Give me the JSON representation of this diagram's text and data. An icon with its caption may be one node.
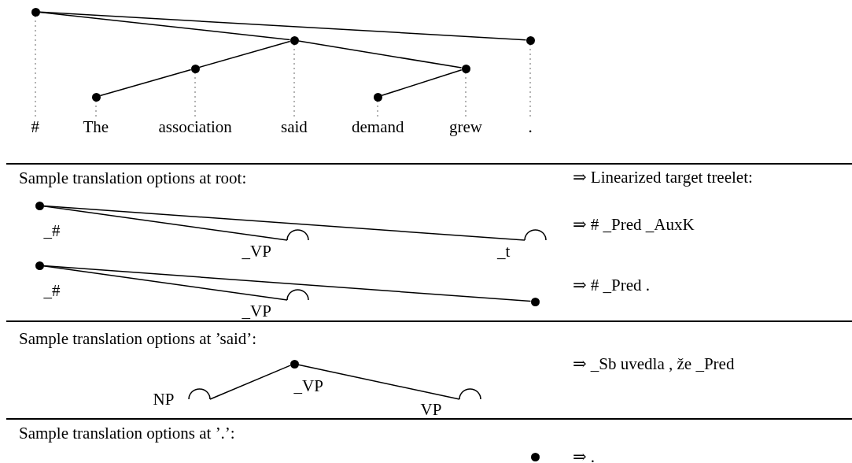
{
  "diagram": {
    "nodes": [
      {
        "text": [],
        "shape": "circle"
      },
      {
        "text": [],
        "shape": "circle"
      },
      {
        "text": [],
        "shape": "circle"
      },
      {
        "text": [],
        "shape": "circle"
      },
      {
        "text": [],
        "shape": "circle"
      },
      {
        "text": [],
        "shape": "circle"
      },
      {
        "text": [],
        "shape": "circle"
      },
      {
        "text": [
          "#"
        ]
      },
      {
        "text": [
          "The"
        ]
      },
      {
        "text": [
          "association"
        ]
      },
      {
        "text": [
          "said"
        ]
      },
      {
        "text": [
          "demand"
        ]
      },
      {
        "text": [
          "grew"
        ]
      },
      {
        "text": [
          "."
        ]
      },
      {
        "text": [],
        "shape": "circle",
        "beside": [
          "_#"
        ]
      },
      {
        "text": [],
        "shape": "arc",
        "beside": [
          "_VP"
        ]
      },
      {
        "text": [],
        "shape": "arc",
        "beside": [
          "_t"
        ]
      },
      {
        "text": [],
        "shape": "circle",
        "beside": [
          "_#"
        ]
      },
      {
        "text": [],
        "shape": "arc",
        "beside": [
          "_VP"
        ]
      },
      {
        "text": [],
        "shape": "circle"
      },
      {
        "text": [],
        "shape": "circle",
        "beside": [
          "_VP"
        ]
      },
      {
        "text": [],
        "shape": "arc",
        "beside": [
          "NP"
        ]
      },
      {
        "text": [],
        "shape": "arc",
        "beside": [
          "VP"
        ]
      },
      {
        "text": [],
        "shape": "circle"
      }
    ],
    "edges": [
      {
        "from": 0,
        "to": 1,
        "arrow": "none"
      },
      {
        "from": 0,
        "to": 2,
        "arrow": "none"
      },
      {
        "from": 1,
        "to": 3,
        "arrow": "none"
      },
      {
        "from": 1,
        "to": 4,
        "arrow": "none"
      },
      {
        "from": 3,
        "to": 5,
        "arrow": "none"
      },
      {
        "from": 4,
        "to": 6,
        "arrow": "none"
      },
      {
        "from": 0,
        "to": 7,
        "arrow": "none",
        "style": "dashed"
      },
      {
        "from": 5,
        "to": 8,
        "arrow": "none",
        "style": "dashed"
      },
      {
        "from": 3,
        "to": 9,
        "arrow": "none",
        "style": "dashed"
      },
      {
        "from": 1,
        "to": 10,
        "arrow": "none",
        "style": "dashed"
      },
      {
        "from": 6,
        "to": 11,
        "arrow": "none",
        "style": "dashed"
      },
      {
        "from": 4,
        "to": 12,
        "arrow": "none",
        "style": "dashed"
      },
      {
        "from": 2,
        "to": 13,
        "arrow": "none",
        "style": "dashed"
      },
      {
        "from": 14,
        "to": 15,
        "arrow": "none"
      },
      {
        "from": 14,
        "to": 16,
        "arrow": "none"
      },
      {
        "from": 17,
        "to": 18,
        "arrow": "none"
      },
      {
        "from": 17,
        "to": 19,
        "arrow": "none"
      },
      {
        "from": 20,
        "to": 21,
        "arrow": "none"
      },
      {
        "from": 20,
        "to": 22,
        "arrow": "none"
      }
    ],
    "labels": [
      "Sample translation options at root:",
      "⇒ Linearized target treelet:",
      "⇒ # _Pred _AuxK",
      "⇒ # _Pred .",
      "Sample translation options at ’said’:",
      "⇒ _Sb uvedla , že _Pred",
      "Sample translation options at ’.’:",
      "⇒ ."
    ]
  }
}
